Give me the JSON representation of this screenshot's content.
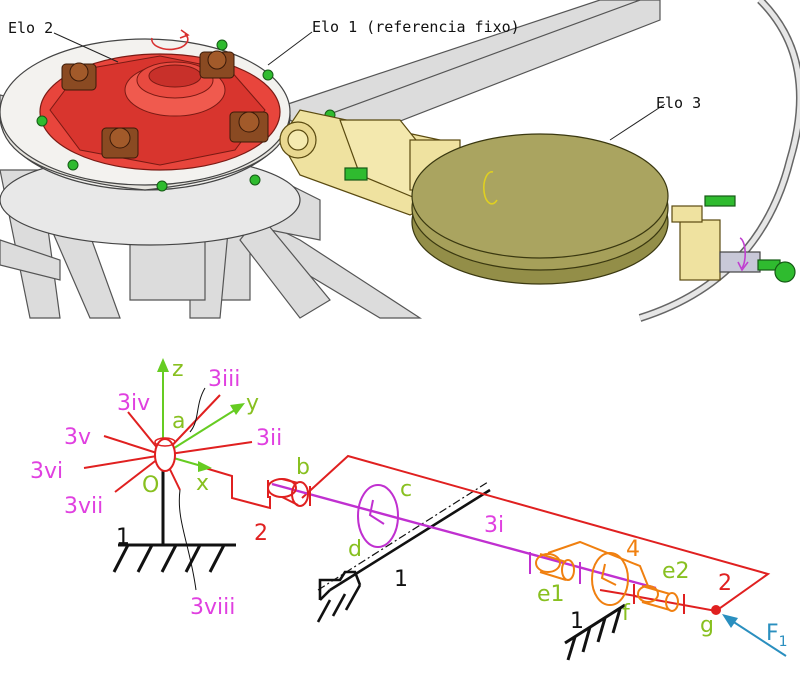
{
  "rendering": {
    "labels": {
      "elo2": "Elo 2",
      "elo1": "Elo 1 (referencia fixo)",
      "elo3": "Elo 3"
    },
    "colors": {
      "base_red": "#e8453c",
      "disc_olive": "#a6a05a",
      "arm_yellow": "#efe2a0",
      "bracket_brown": "#8a4a22",
      "knob_green": "#2fbb2f",
      "frame_gray": "#d8d8d8",
      "rotation_magenta": "#c040d0",
      "rotation_yellow": "#f0e020"
    }
  },
  "schematic": {
    "axes": {
      "z": "z",
      "y": "y",
      "x": "x",
      "origin": "O"
    },
    "joint_labels": {
      "a": "a",
      "b": "b",
      "c": "c",
      "d": "d",
      "e1": "e1",
      "e2": "e2",
      "f": "f",
      "g": "g"
    },
    "ray_labels": [
      "3iii",
      "3iv",
      "3ii",
      "3v",
      "3vi",
      "3vii",
      "3viii",
      "3i"
    ],
    "link_labels": {
      "ground_a": "1",
      "ground_b": "1",
      "ground_c": "1",
      "link2_a": "2",
      "link2_b": "2",
      "link4": "4"
    },
    "force": {
      "name": "F",
      "subscript": "1"
    },
    "colors": {
      "link2_red": "#e02020",
      "link3_magenta": "#c030d0",
      "label_magenta": "#e040e0",
      "label_green": "#88c020",
      "axis_green": "#66cc22",
      "link4_orange": "#f08010",
      "force_blue": "#2a8fbf",
      "ground_black": "#111111"
    }
  }
}
